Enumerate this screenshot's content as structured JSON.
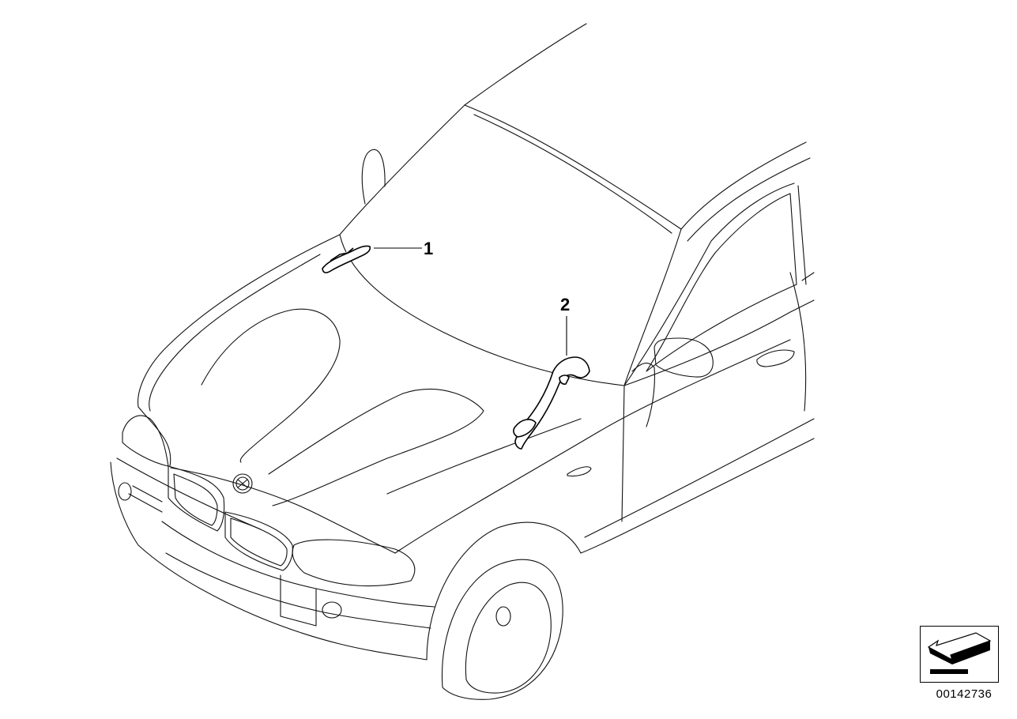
{
  "diagram": {
    "callouts": [
      {
        "label": "1"
      },
      {
        "label": "2"
      }
    ],
    "reference_number": "00142736",
    "nav_icon": "arrow-back-icon"
  }
}
